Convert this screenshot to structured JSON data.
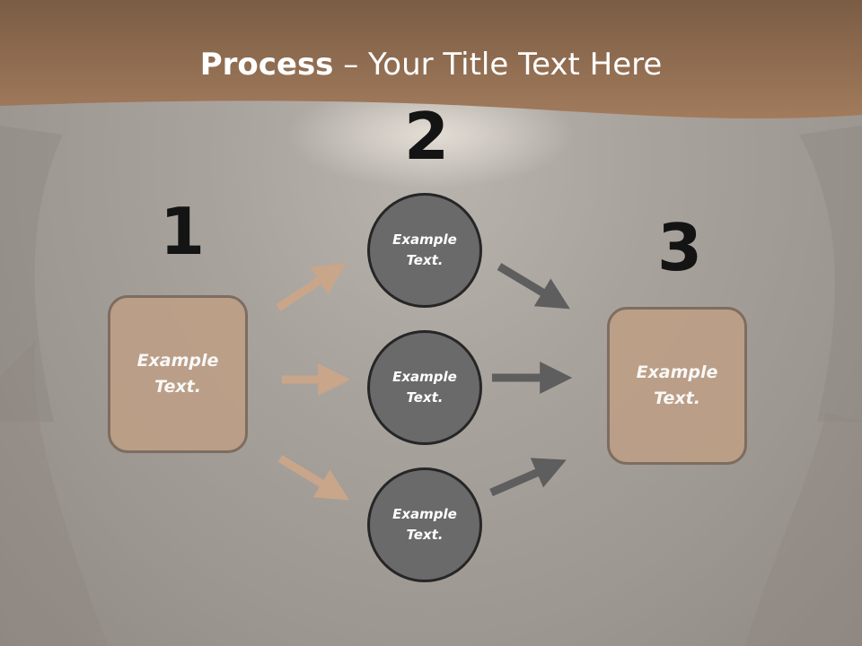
{
  "slide": {
    "title_bold": "Process",
    "title_rest": " – Your Title Text Here",
    "colors": {
      "header": "#8e6a4e",
      "box_fill": "#bd9f86",
      "circle_fill": "#6a6a6a",
      "arrow_left": "#c9a68a",
      "arrow_right": "#5e5e5e"
    }
  },
  "steps": {
    "one": {
      "number": "1",
      "text": "Example\nText."
    },
    "two": {
      "number": "2"
    },
    "three": {
      "number": "3",
      "text": "Example\nText."
    }
  },
  "circles": [
    {
      "text": "Example\nText."
    },
    {
      "text": "Example\nText."
    },
    {
      "text": "Example\nText."
    }
  ]
}
